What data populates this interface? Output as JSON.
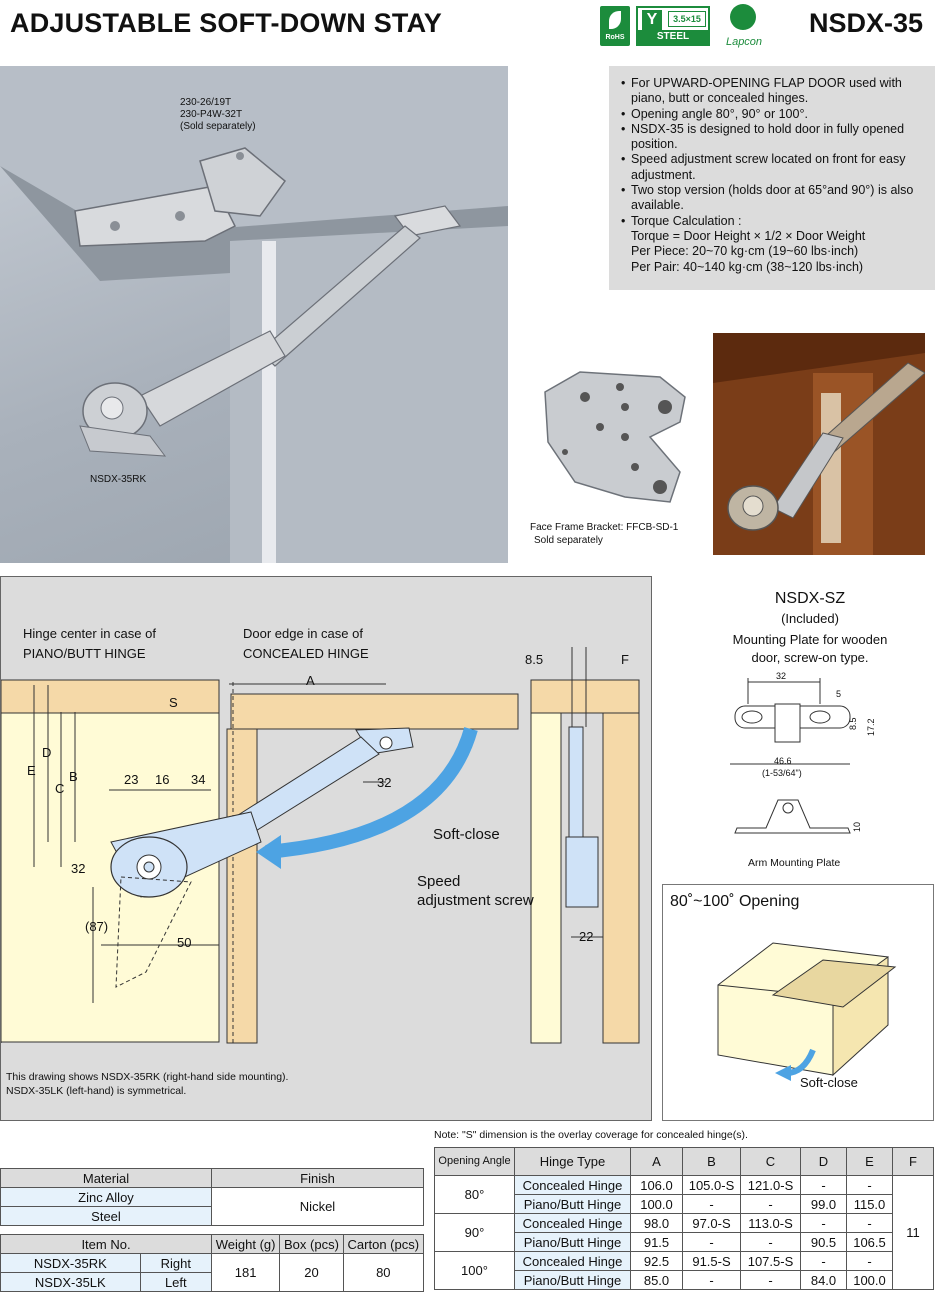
{
  "header": {
    "title": "ADJUSTABLE SOFT-DOWN STAY",
    "model": "NSDX-35",
    "badge_rohs": "RoHS",
    "badge_size": "3.5×15",
    "badge_steel": "STEEL",
    "logo_name": "Lapcon"
  },
  "photo": {
    "hinge_label_1": "230-26/19T",
    "hinge_label_2": "230-P4W-32T",
    "hinge_label_3": "(Sold separately)",
    "stay_label": "NSDX-35RK",
    "bracket_label_1": "Face Frame Bracket: FFCB-SD-1",
    "bracket_label_2": "Sold separately"
  },
  "features": [
    "For UPWARD-OPENING FLAP DOOR used with piano, butt or concealed hinges.",
    "Opening angle 80°, 90° or 100°.",
    "NSDX-35 is designed to hold door in fully opened position.",
    "Speed adjustment screw located on front for easy adjustment.",
    "Two stop version (holds door at 65°and 90°) is also available.",
    "Torque Calculation :"
  ],
  "torque": [
    "Torque = Door Height × 1/2 × Door Weight",
    "Per Piece: 20~70 kg·cm (19~60 lbs·inch)",
    "Per Pair: 40~140 kg·cm (38~120 lbs·inch)"
  ],
  "diagram": {
    "hinge_center_1": "Hinge center  in case of",
    "hinge_center_2": "PIANO/BUTT HINGE",
    "door_edge_1": "Door edge in case of",
    "door_edge_2": "CONCEALED HINGE",
    "dim_A": "A",
    "dim_S": "S",
    "dim_E": "E",
    "dim_D": "D",
    "dim_C": "C",
    "dim_B": "B",
    "dim_23": "23",
    "dim_16": "16",
    "dim_34": "34",
    "dim_32a": "32",
    "dim_32b": "32",
    "dim_87": "(87)",
    "dim_50": "50",
    "dim_85": "8.5",
    "dim_F": "F",
    "dim_22": "22",
    "soft_close": "Soft-close",
    "speed_1": "Speed",
    "speed_2": "adjustment screw",
    "note_1": "This drawing shows NSDX-35RK (right-hand side mounting).",
    "note_2": "NSDX-35LK (left-hand) is symmetrical."
  },
  "sz": {
    "title": "NSDX-SZ",
    "included": "(Included)",
    "desc_1": "Mounting Plate for wooden",
    "desc_2": "door, screw-on type.",
    "dim_32": "32",
    "dim_5": "5",
    "dim_85": "8.5",
    "dim_172": "17.2",
    "dim_466": "46.6",
    "dim_inch": "(1-53/64\")",
    "dim_10": "10",
    "arm_label": "Arm Mounting Plate"
  },
  "opening": {
    "title": "80˚~100˚ Opening",
    "soft_close": "Soft-close"
  },
  "note_s": "Note: \"S\" dimension is the overlay coverage for concealed hinge(s).",
  "material_table": {
    "headers": [
      "Material",
      "Finish"
    ],
    "materials": [
      "Zinc Alloy",
      "Steel"
    ],
    "finish": "Nickel",
    "item_headers": [
      "Item No.",
      "Weight (g)",
      "Box (pcs)",
      "Carton (pcs)"
    ],
    "items": [
      {
        "no": "NSDX-35RK",
        "side": "Right"
      },
      {
        "no": "NSDX-35LK",
        "side": "Left"
      }
    ],
    "weight": "181",
    "box": "20",
    "carton": "80"
  },
  "spec_table": {
    "headers": [
      "Opening Angle",
      "Hinge Type",
      "A",
      "B",
      "C",
      "D",
      "E",
      "F"
    ],
    "f_value": "11",
    "groups": [
      {
        "angle": "80°",
        "rows": [
          [
            "Concealed Hinge",
            "106.0",
            "105.0-S",
            "121.0-S",
            "-",
            "-"
          ],
          [
            "Piano/Butt Hinge",
            "100.0",
            "-",
            "-",
            "99.0",
            "115.0"
          ]
        ]
      },
      {
        "angle": "90°",
        "rows": [
          [
            "Concealed Hinge",
            "98.0",
            "97.0-S",
            "113.0-S",
            "-",
            "-"
          ],
          [
            "Piano/Butt Hinge",
            "91.5",
            "-",
            "-",
            "90.5",
            "106.5"
          ]
        ]
      },
      {
        "angle": "100°",
        "rows": [
          [
            "Concealed Hinge",
            "92.5",
            "91.5-S",
            "107.5-S",
            "-",
            "-"
          ],
          [
            "Piano/Butt Hinge",
            "85.0",
            "-",
            "-",
            "84.0",
            "100.0"
          ]
        ]
      }
    ]
  }
}
